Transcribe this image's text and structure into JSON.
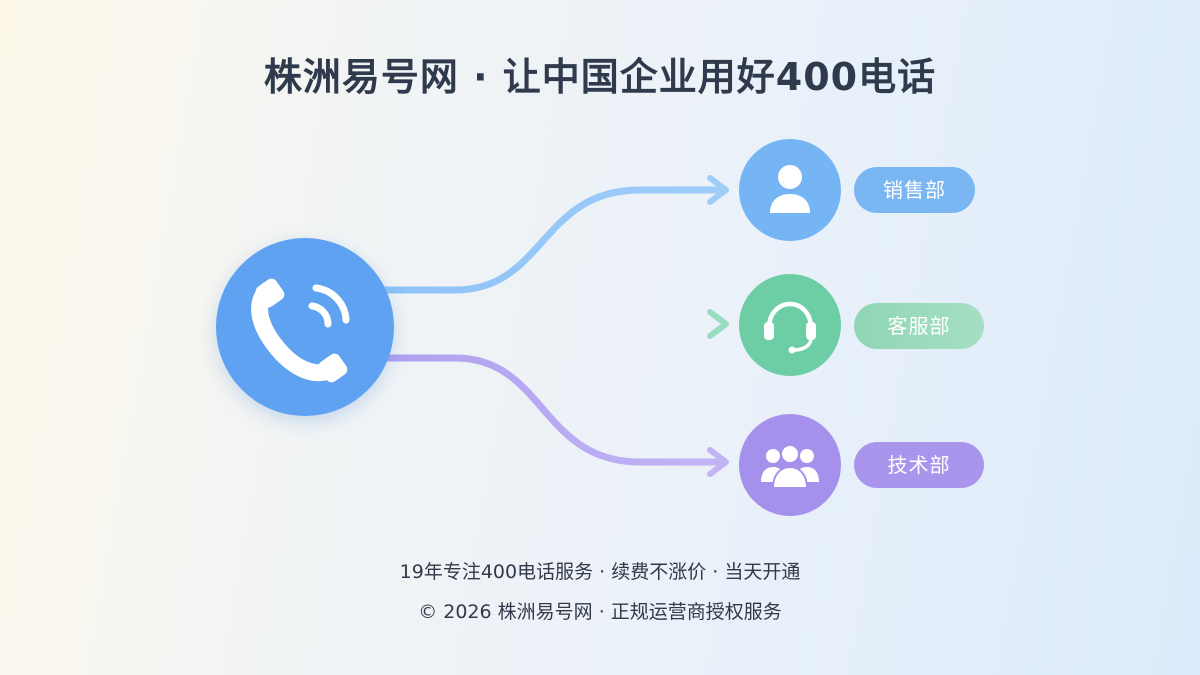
{
  "title": "株洲易号网 · 让中国企业用好400电话",
  "hub": {
    "icon": "phone-ringing-icon",
    "color": "#5fa2f1"
  },
  "departments": [
    {
      "label": "销售部",
      "icon": "user-icon",
      "color": "#76b5f3"
    },
    {
      "label": "客服部",
      "icon": "headset-icon",
      "color": "#6dcda5"
    },
    {
      "label": "技术部",
      "icon": "group-icon",
      "color": "#a591ec"
    }
  ],
  "footer": {
    "line1": "19年专注400电话服务 · 续费不涨价 · 当天开通",
    "line2": "© 2026 株洲易号网 · 正规运营商授权服务"
  }
}
